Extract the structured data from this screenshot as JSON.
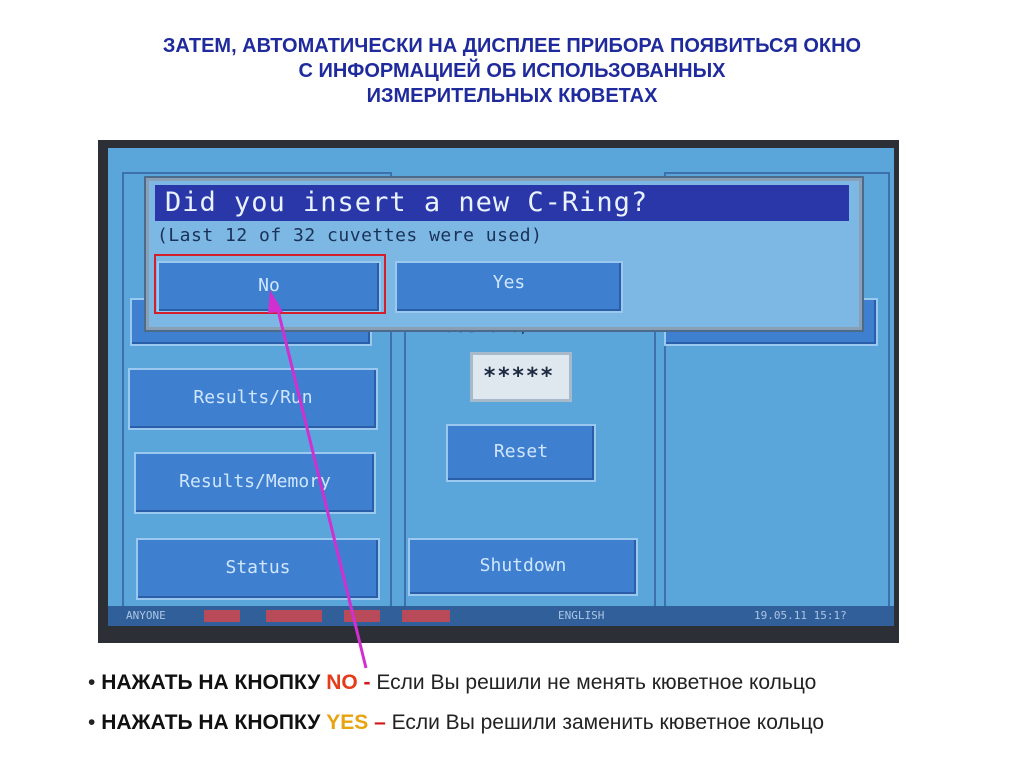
{
  "heading": {
    "line1": "ЗАТЕМ, АВТОМАТИЧЕСКИ НА ДИСПЛЕЕ ПРИБОРА ПОЯВИТЬСЯ ОКНО",
    "line2": "С ИНФОРМАЦИЕЙ ОБ ИСПОЛЬЗОВАННЫХ",
    "line3": "ИЗМЕРИТЕЛЬНЫХ КЮВЕТАХ"
  },
  "dialog": {
    "title": "Did you insert a new C-Ring?",
    "subtitle": "(Last 12 of 32 cuvettes were used)",
    "no_label": "No",
    "yes_label": "Yes"
  },
  "main_menu": {
    "password_label": "Password/PIN",
    "password_value": "*****",
    "reset_label": "Reset",
    "results_run_label": "Results/Run",
    "results_memory_label": "Results/Memory",
    "status_label": "Status",
    "shutdown_label": "Shutdown"
  },
  "status_bar": {
    "user": "ANYONE",
    "language": "ENGLISH",
    "datetime": "19.05.11 15:1?"
  },
  "instructions": [
    {
      "prefix": "НАЖАТЬ НА КНОПКУ ",
      "key": "NO",
      "sep": " - ",
      "text": "Если Вы решили не менять кюветное кольцо"
    },
    {
      "prefix": "НАЖАТЬ НА КНОПКУ ",
      "key": "YES",
      "sep": " – ",
      "text": "Если Вы решили заменить кюветное кольцо"
    }
  ],
  "colors": {
    "heading": "#1f2a9c",
    "highlight": "#d21f2a",
    "arrow": "#d12fd0",
    "no_key": "#e43b1b",
    "yes_key": "#e8a310"
  }
}
